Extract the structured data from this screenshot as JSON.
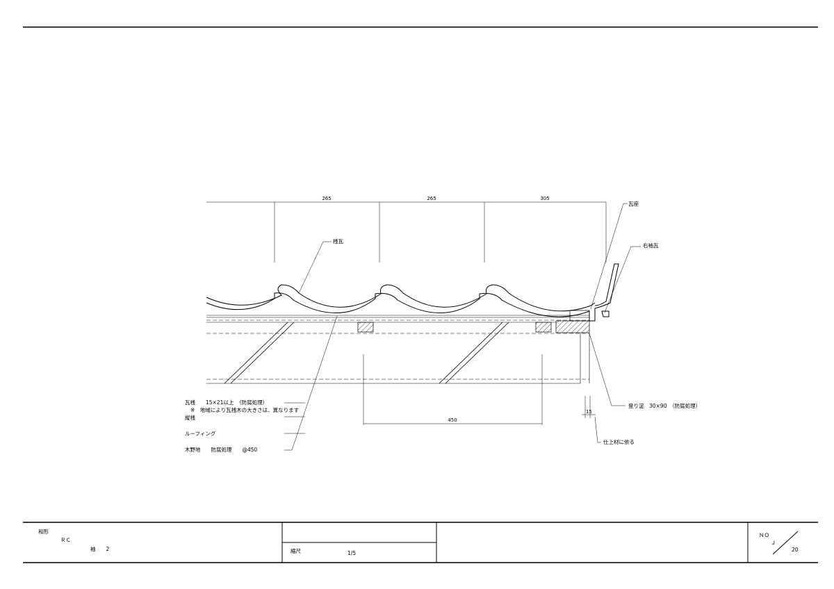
{
  "dimensions": {
    "top": [
      "265",
      "265",
      "305"
    ],
    "batten_spacing": "450",
    "finish_offset": "15"
  },
  "labels": {
    "kawara_za": "瓦座",
    "sode_kawara": "右袖瓦",
    "sangawara": "桟瓦",
    "kawarasan": "瓦桟　　15×21以上　（防腐処理）",
    "kawarasan_note": "※　地域により瓦桟木の大きさは、異なります",
    "tatesan": "縦桟",
    "roofing": "ルーフィング",
    "nojiita": "木野地　　防腐処理　　@450",
    "kasanari_batten": "登り淀　30×90　（防腐処理）",
    "finish_note": "仕上材に依る"
  },
  "title_block": {
    "name_line1": "和形",
    "name_line2": "ＲＣ",
    "name_line3": "袖　　2",
    "scale_label": "縮尺",
    "scale_value": "1/5",
    "no_label": "ＮＯ",
    "sheet_code": "Ｊ",
    "sheet_total": "20"
  }
}
